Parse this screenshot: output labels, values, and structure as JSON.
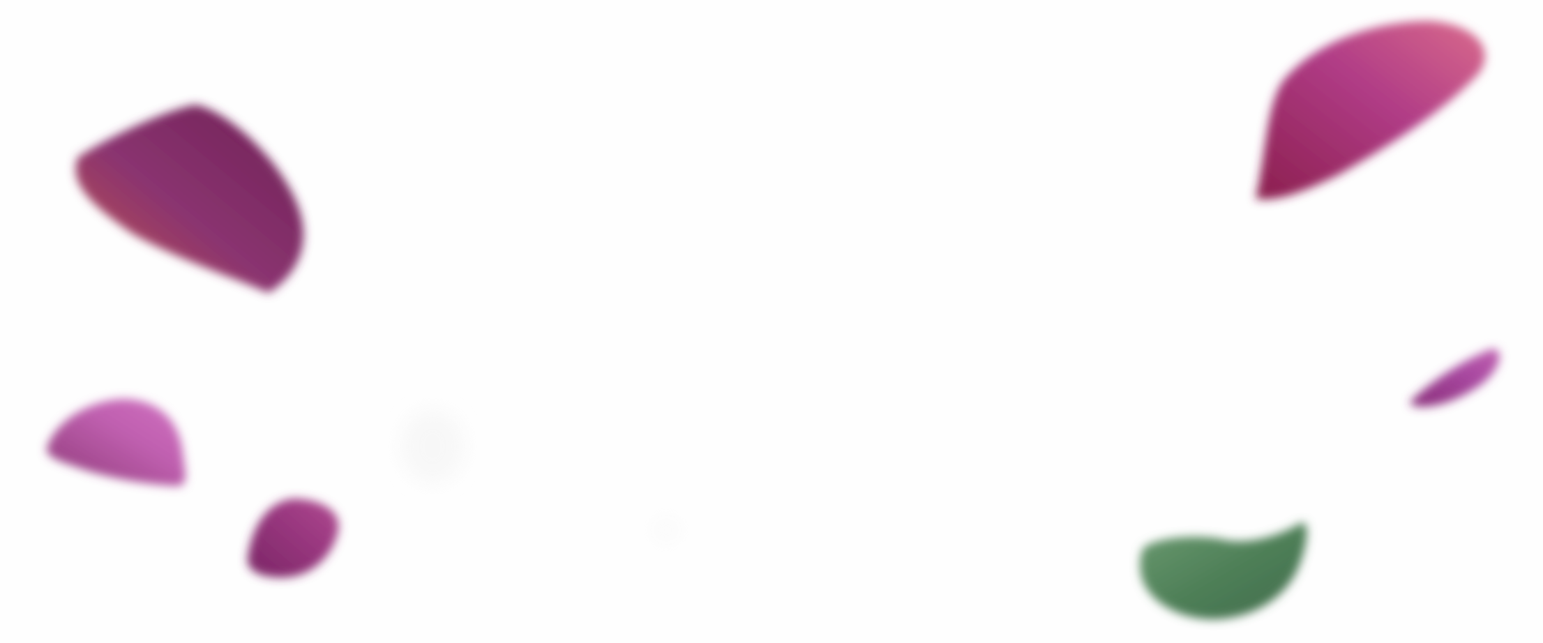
{
  "scene": {
    "background_color": "#fefefe",
    "petals": [
      {
        "name": "petal-top-left-large",
        "color_dark": "#6e1f55",
        "color_mid": "#8a3470",
        "color_light": "#c4534a"
      },
      {
        "name": "petal-top-right-large",
        "color_dark": "#8b1f4e",
        "color_mid": "#b03c86",
        "color_light": "#d96a8c"
      },
      {
        "name": "petal-left-middle",
        "color_dark": "#8e3a78",
        "color_mid": "#c060b0",
        "color_light": "#d070c0"
      },
      {
        "name": "petal-left-bottom-small",
        "color_dark": "#7a2565",
        "color_mid": "#9a3880",
        "color_light": "#b04a90"
      },
      {
        "name": "petal-right-small",
        "color_dark": "#8a2f7a",
        "color_mid": "#a848a0",
        "color_light": "#c060b0"
      },
      {
        "name": "leaf-bottom-right-green",
        "color_dark": "#3f6b4a",
        "color_mid": "#4f8058",
        "color_light": "#6a9a70"
      }
    ]
  }
}
